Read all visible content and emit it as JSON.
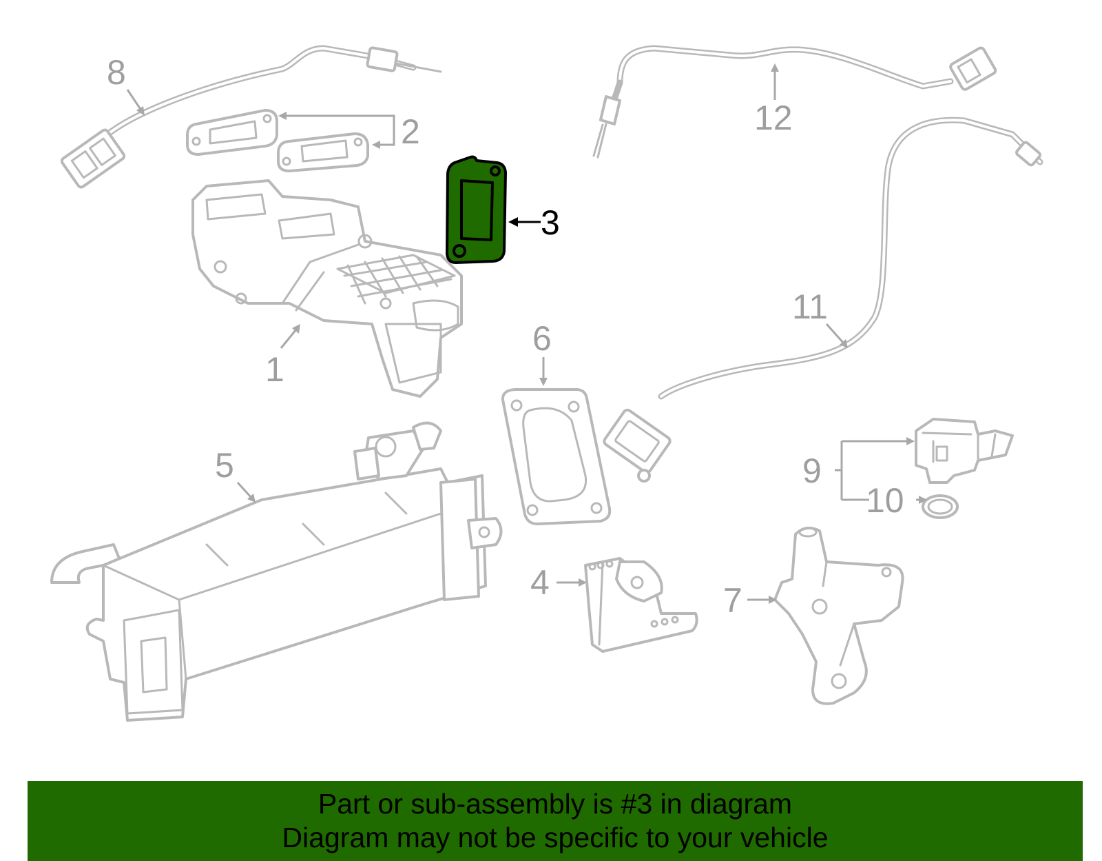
{
  "diagram": {
    "highlight_color": "#1f6b00",
    "callouts": [
      {
        "id": "1",
        "label": "1"
      },
      {
        "id": "2",
        "label": "2"
      },
      {
        "id": "3",
        "label": "3",
        "highlighted": true
      },
      {
        "id": "4",
        "label": "4"
      },
      {
        "id": "5",
        "label": "5"
      },
      {
        "id": "6",
        "label": "6"
      },
      {
        "id": "7",
        "label": "7"
      },
      {
        "id": "8",
        "label": "8"
      },
      {
        "id": "9",
        "label": "9"
      },
      {
        "id": "10",
        "label": "10"
      },
      {
        "id": "11",
        "label": "11"
      },
      {
        "id": "12",
        "label": "12"
      }
    ]
  },
  "banner": {
    "background_color": "#1f6b00",
    "line1": "Part or sub-assembly is #3 in diagram",
    "line2": "Diagram may not be specific to your vehicle"
  }
}
